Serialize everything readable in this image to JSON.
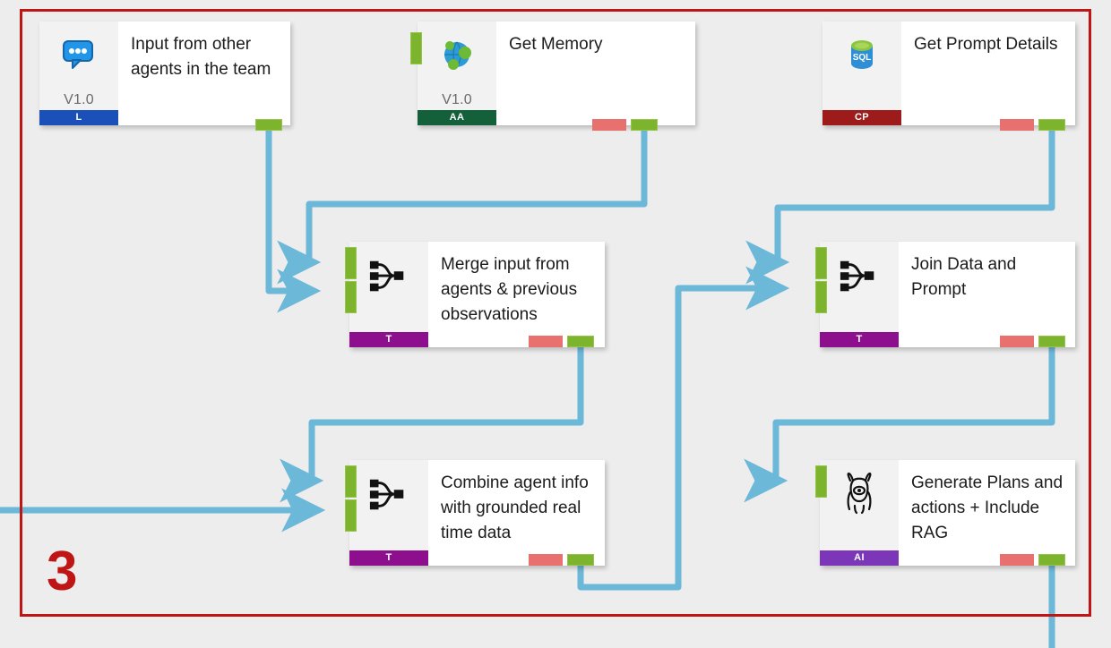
{
  "canvas": {
    "background_color": "#ededed",
    "frame_color": "#bf1515",
    "wire_color": "#6cb8d8",
    "port_green": "#7db42e",
    "port_red": "#e8706f",
    "step_label": "3"
  },
  "nodes": [
    {
      "id": "input-from-other-agents",
      "title": "Input from other agents in the team",
      "version": "V1.0",
      "tag": "L",
      "tag_color": "#1a50b8",
      "icon": "speech-bubble-icon"
    },
    {
      "id": "get-memory",
      "title": "Get Memory",
      "version": "V1.0",
      "tag": "AA",
      "tag_color": "#14603a",
      "icon": "globe-icon"
    },
    {
      "id": "get-prompt-details",
      "title": "Get Prompt Details",
      "version": "",
      "tag": "CP",
      "tag_color": "#9e1b1b",
      "icon": "sql-database-icon"
    },
    {
      "id": "merge-input-from-agents",
      "title": "Merge input from agents & previous observations",
      "version": "",
      "tag": "T",
      "tag_color": "#8e0f8e",
      "icon": "merge-icon"
    },
    {
      "id": "join-data-and-prompt",
      "title": "Join Data and Prompt",
      "version": "",
      "tag": "T",
      "tag_color": "#8e0f8e",
      "icon": "merge-icon"
    },
    {
      "id": "combine-agent-info",
      "title": "Combine agent info with grounded real time data",
      "version": "",
      "tag": "T",
      "tag_color": "#8e0f8e",
      "icon": "merge-icon"
    },
    {
      "id": "generate-plans-and-actions",
      "title": "Generate Plans and actions + Include RAG",
      "version": "",
      "tag": "AI",
      "tag_color": "#7b37b8",
      "icon": "llama-icon"
    }
  ]
}
